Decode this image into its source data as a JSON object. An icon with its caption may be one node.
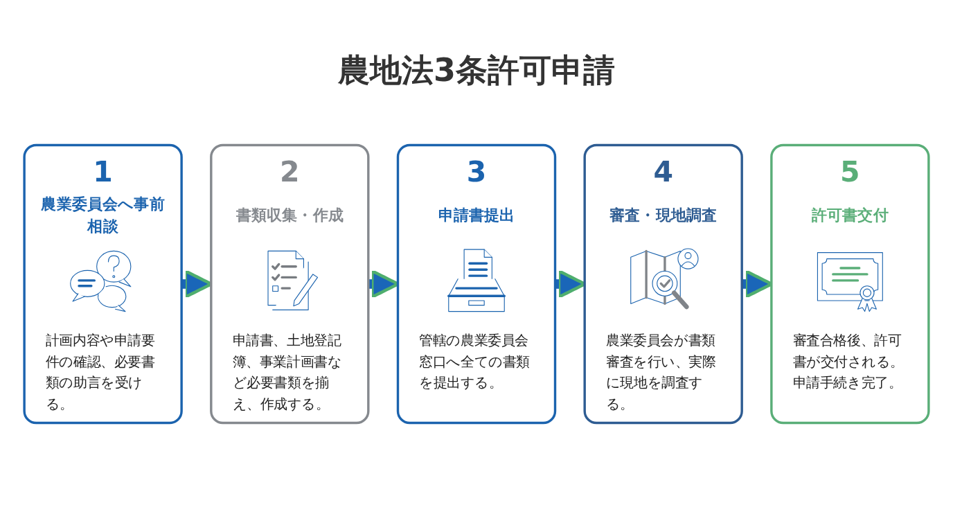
{
  "diagram": {
    "title": "農地法3条許可申請",
    "nodes": [
      {
        "text": [
          "1",
          "農業委員会へ事前相談",
          "計画内容や申請要件の確認、必要書類の助言を受ける。"
        ]
      },
      {
        "text": [
          "2",
          "書類収集・作成",
          "申請書、土地登記簿、事業計画書など必要書類を揃え、作成する。"
        ]
      },
      {
        "text": [
          "3",
          "申請書提出",
          "管轄の農業委員会窓口へ全ての書類を提出する。"
        ]
      },
      {
        "text": [
          "4",
          "審査・現地調査",
          "農業委員会が書類審査を行い、実際に現地を調査する。"
        ]
      },
      {
        "text": [
          "5",
          "許可書交付",
          "審査合格後、許可書が交付される。申請手続き完了。"
        ]
      }
    ],
    "edges": [
      {
        "from": 0,
        "to": 1,
        "arrow": "to"
      },
      {
        "from": 1,
        "to": 2,
        "arrow": "to"
      },
      {
        "from": 2,
        "to": 3,
        "arrow": "to"
      },
      {
        "from": 3,
        "to": 4,
        "arrow": "to"
      }
    ]
  }
}
